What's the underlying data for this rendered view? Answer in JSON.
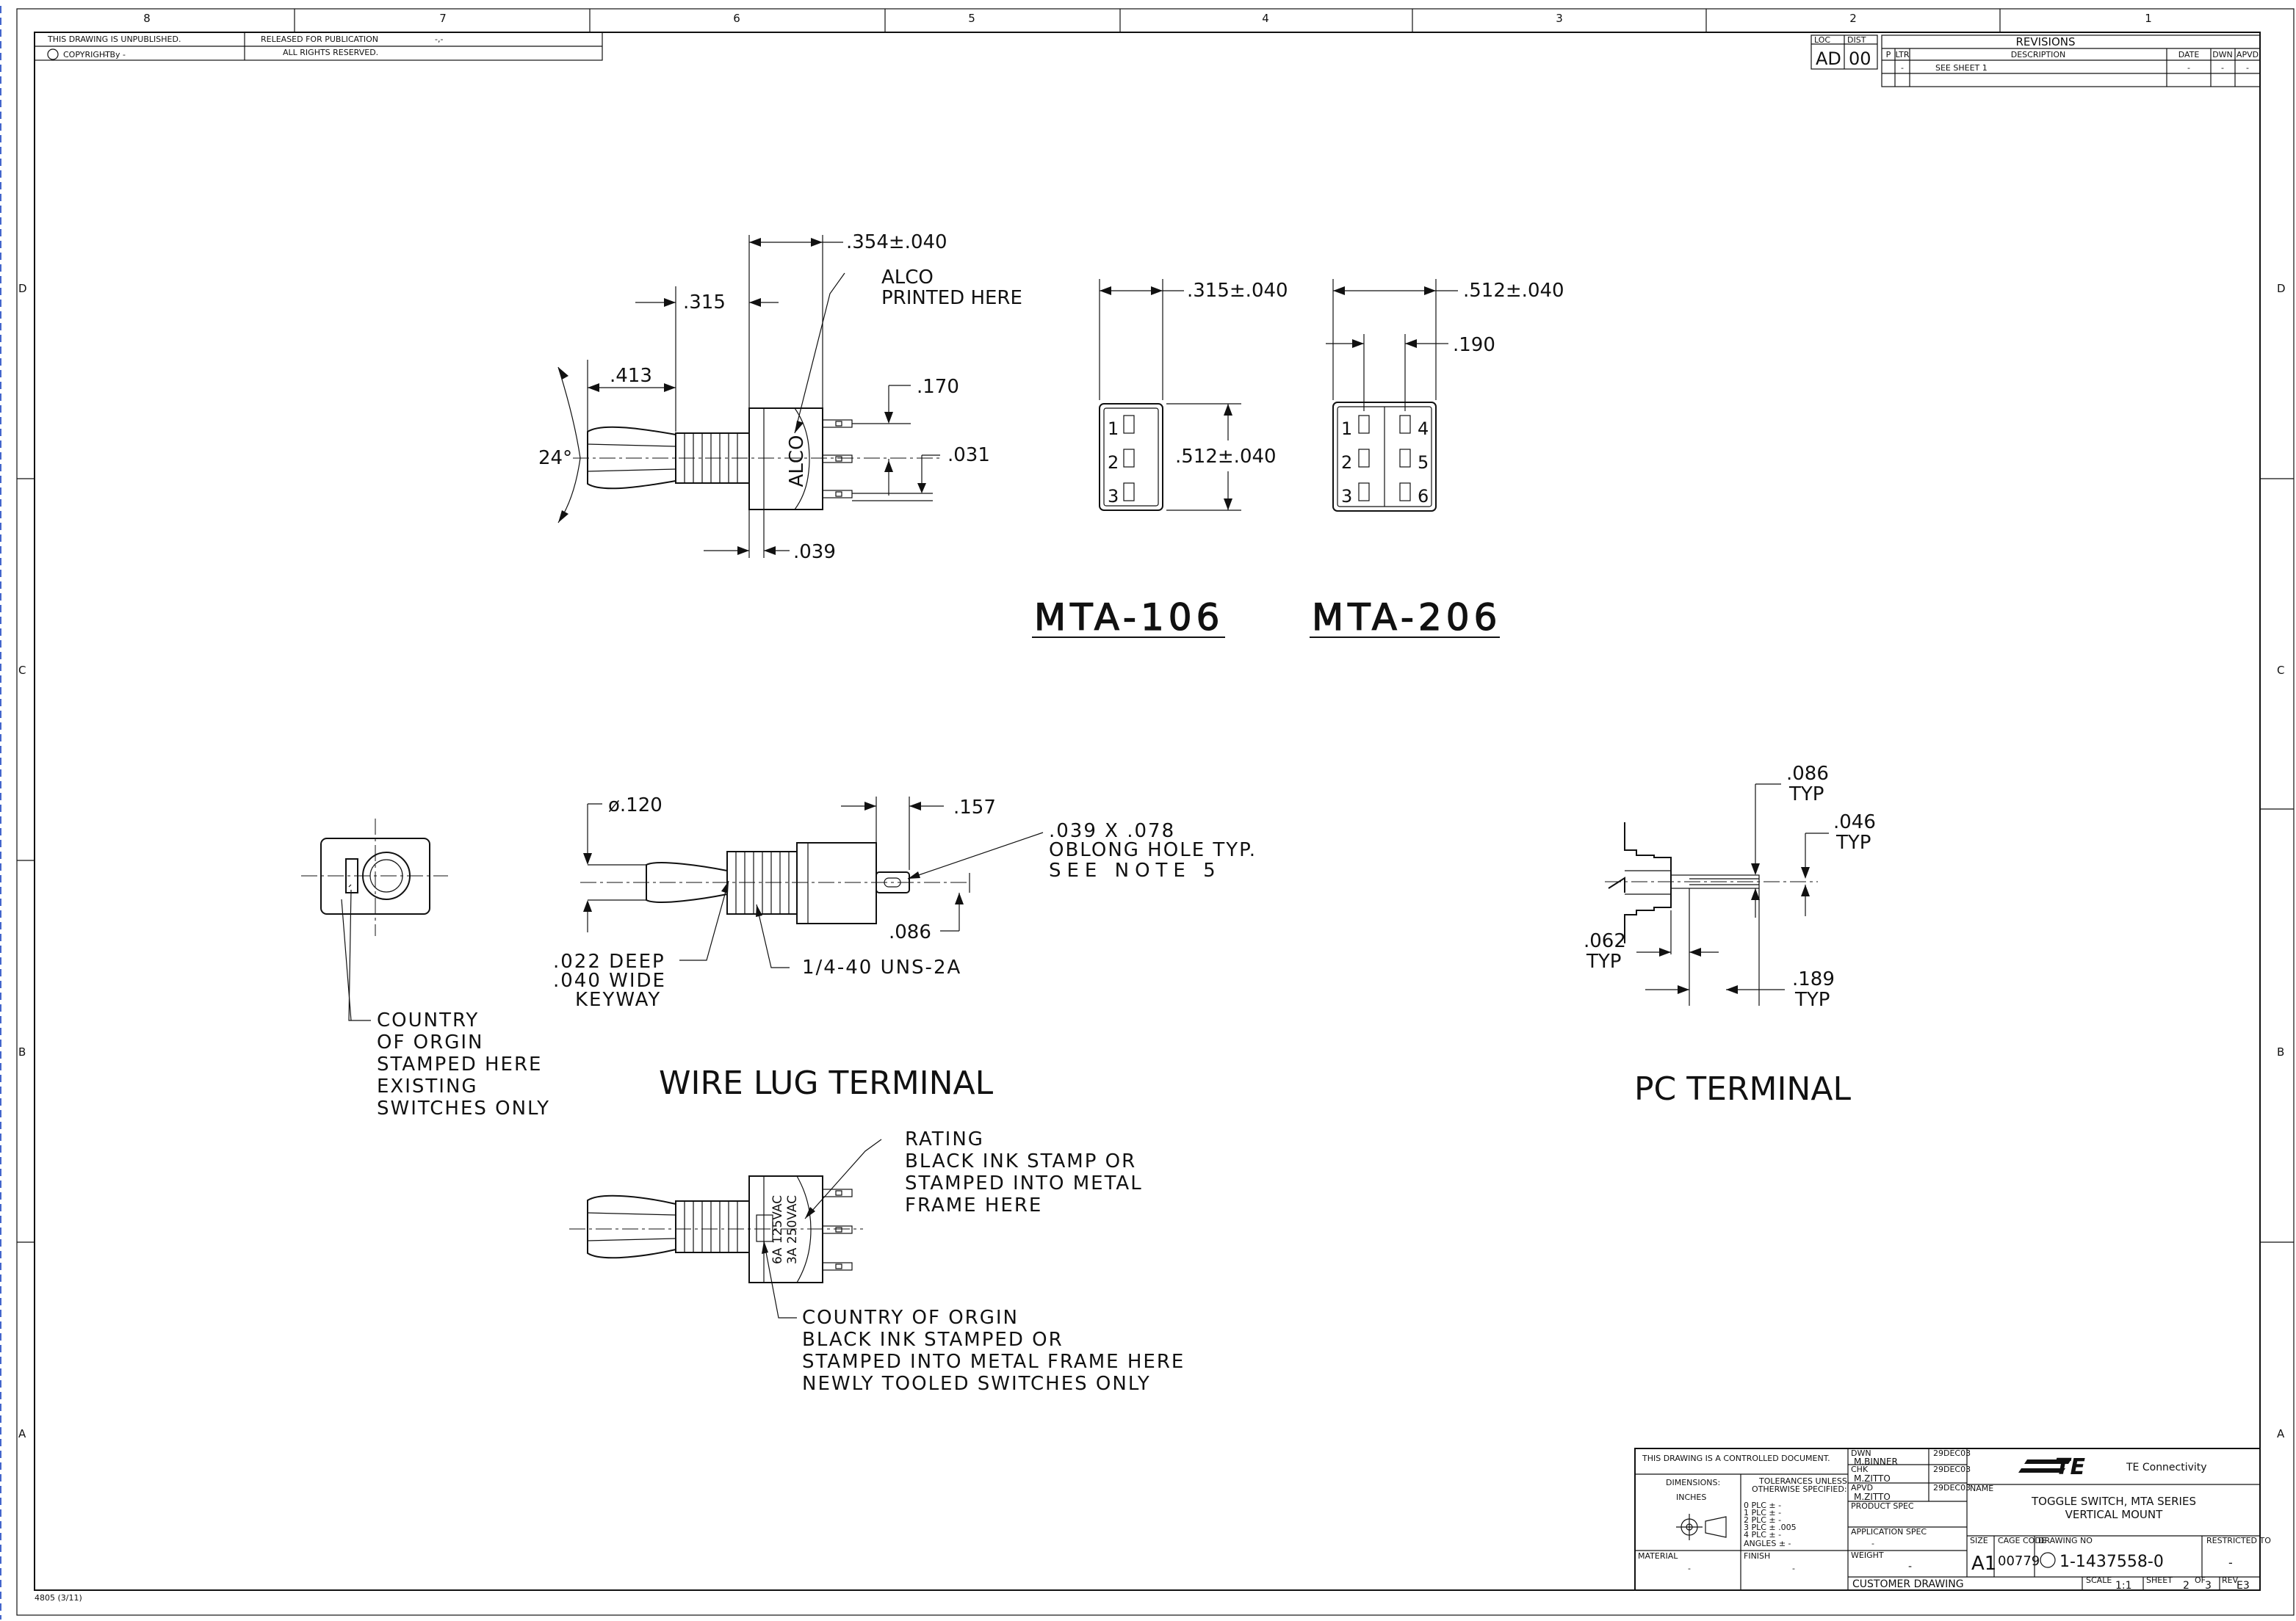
{
  "zones": {
    "top": [
      "8",
      "7",
      "6",
      "5",
      "4",
      "3",
      "2",
      "1"
    ],
    "side": [
      "D",
      "C",
      "B",
      "A"
    ]
  },
  "header": {
    "unpublished": "THIS DRAWING IS UNPUBLISHED.",
    "released": "RELEASED FOR PUBLICATION",
    "released_by": "-,-",
    "copyright": "COPYRIGHT",
    "copyright_by": "- By -",
    "rights": "ALL RIGHTS RESERVED.",
    "loc_label": "LOC",
    "loc": "AD",
    "dist_label": "DIST",
    "dist": "00"
  },
  "revisions": {
    "title": "REVISIONS",
    "col_p": "P",
    "col_ltr": "LTR",
    "col_desc": "DESCRIPTION",
    "col_date": "DATE",
    "col_dwn": "DWN",
    "col_apvd": "APVD",
    "row_ltr": "-",
    "row_desc": "SEE SHEET 1",
    "row_date": "-",
    "row_dwn": "-",
    "row_apvd": "-"
  },
  "view_top": {
    "dim_354": ".354±.040",
    "alco": "ALCO",
    "printed_here": "PRINTED HERE",
    "dim_315": ".315",
    "dim_413": ".413",
    "dim_170": ".170",
    "angle": "24°",
    "dim_031": ".031",
    "dim_039": ".039",
    "body_text": "ALCO"
  },
  "mta106": {
    "dim_w": ".315±.040",
    "dim_h": ".512±.040",
    "pins": [
      "1",
      "2",
      "3"
    ],
    "label": "MTA-106"
  },
  "mta206": {
    "dim_w": ".512±.040",
    "dim_190": ".190",
    "pins_left": [
      "1",
      "2",
      "3"
    ],
    "pins_right": [
      "4",
      "5",
      "6"
    ],
    "label": "MTA-206"
  },
  "wire_lug": {
    "dia": "ø.120",
    "dim_157": ".157",
    "oblong_1": ".039 X .078",
    "oblong_2": "OBLONG HOLE TYP.",
    "oblong_3": "SEE NOTE 5",
    "dim_086": ".086",
    "thread": "1/4-40 UNS-2A",
    "keyway_1": ".022 DEEP",
    "keyway_2": ".040 WIDE",
    "keyway_3": "KEYWAY",
    "origin_1": "COUNTRY",
    "origin_2": "OF ORGIN",
    "origin_3": "STAMPED HERE",
    "origin_4": "EXISTING",
    "origin_5": "SWITCHES ONLY",
    "label": "WIRE LUG TERMINAL"
  },
  "pc_terminal": {
    "d086": ".086",
    "d086_typ": "TYP",
    "d046": ".046",
    "d046_typ": "TYP",
    "d062": ".062",
    "d062_typ": "TYP",
    "d189": ".189",
    "d189_typ": "TYP",
    "label": "PC TERMINAL"
  },
  "bottom_view": {
    "rating_1": "RATING",
    "rating_2": "BLACK INK STAMP OR",
    "rating_3": "STAMPED INTO METAL",
    "rating_4": "FRAME HERE",
    "stamp_a": "6A 125VAC",
    "stamp_b": "3A 250VAC",
    "origin_1": "COUNTRY OF ORGIN",
    "origin_2": "BLACK INK STAMPED OR",
    "origin_3": "STAMPED INTO METAL FRAME HERE",
    "origin_4": "NEWLY TOOLED SWITCHES ONLY"
  },
  "title_block": {
    "controlled": "THIS DRAWING IS A CONTROLLED DOCUMENT.",
    "dimensions": "DIMENSIONS:",
    "inches": "INCHES",
    "tolerances_1": "TOLERANCES UNLESS",
    "tolerances_2": "OTHERWISE SPECIFIED:",
    "tol_rows": [
      "0 PLC  ± -",
      "1 PLC  ± -",
      "2 PLC  ± -",
      "3 PLC  ± .005",
      "4 PLC  ± -",
      "ANGLES  ± -"
    ],
    "material": "MATERIAL",
    "material_val": "-",
    "finish": "FINISH",
    "finish_val": "-",
    "dwn_label": "DWN",
    "dwn": "M.BINNER",
    "dwn_date": "29DEC03",
    "chk_label": "CHK",
    "chk": "M.ZITTO",
    "chk_date": "29DEC03",
    "apvd_label": "APVD",
    "apvd": "M.ZITTO",
    "apvd_date": "29DEC03",
    "product_spec": "PRODUCT SPEC",
    "application_spec": "APPLICATION SPEC",
    "application_val": "-",
    "weight": "WEIGHT",
    "weight_val": "-",
    "company": "TE Connectivity",
    "name_label": "NAME",
    "name_1": "TOGGLE SWITCH, MTA SERIES",
    "name_2": "VERTICAL MOUNT",
    "size_label": "SIZE",
    "size": "A1",
    "cage_label": "CAGE CODE",
    "cage": "00779",
    "dwg_label": "DRAWING NO",
    "dwg": "1-1437558-0",
    "restricted_label": "RESTRICTED TO",
    "restricted": "-",
    "customer": "CUSTOMER DRAWING",
    "scale_label": "SCALE",
    "scale": "1:1",
    "sheet_label": "SHEET",
    "sheet": "2",
    "of_label": "OF",
    "of": "3",
    "rev_label": "REV",
    "rev": "E3"
  },
  "form_no": "4805 (3/11)"
}
